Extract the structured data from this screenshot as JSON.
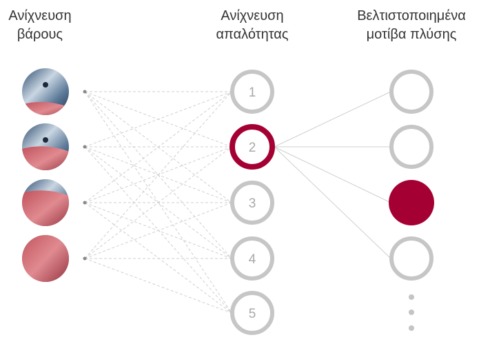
{
  "headers": {
    "weight": [
      "Ανίχνευση",
      "βάρους"
    ],
    "softness": [
      "Ανίχνευση",
      "απαλότητας"
    ],
    "patterns": [
      "Βελτιστοποιημένα",
      "μοτίβα πλύσης"
    ]
  },
  "load_levels": [
    "light",
    "medium",
    "heavy",
    "full"
  ],
  "softness_levels": [
    "1",
    "2",
    "3",
    "4",
    "5"
  ],
  "selected_softness": "2",
  "selected_pattern_index": 2,
  "pattern_count_visible": 4,
  "colors": {
    "accent": "#a50034",
    "ring": "#c6c6c6",
    "number": "#a8a8a8",
    "line": "#cfcfcf"
  }
}
